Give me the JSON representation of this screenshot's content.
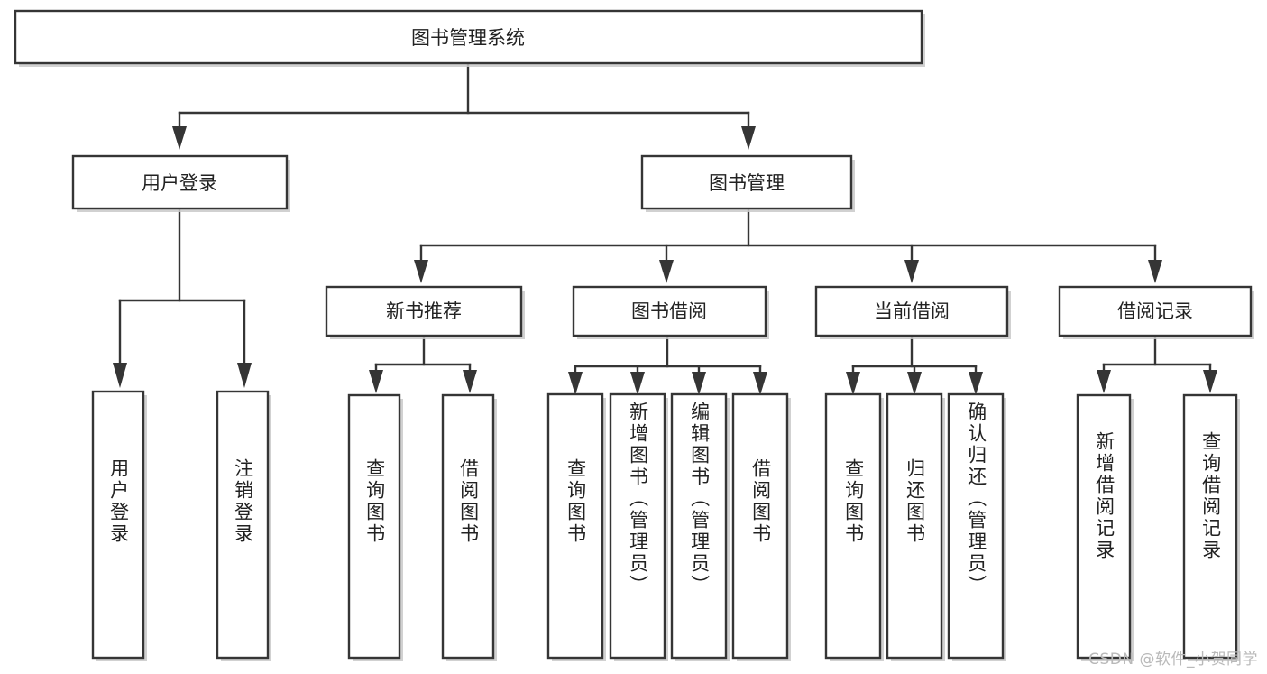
{
  "diagram": {
    "type": "tree",
    "title": "图书管理系统",
    "orientation": "top-down",
    "colors": {
      "box_fill": "#ffffff",
      "box_stroke": "#353535",
      "shadow": "#c9c9c9",
      "text": "#222222",
      "watermark": "#b9b9b9",
      "background": "#ffffff"
    },
    "root": {
      "label": "图书管理系统"
    },
    "level2": [
      {
        "label": "用户登录"
      },
      {
        "label": "图书管理"
      }
    ],
    "level3": [
      {
        "label": "新书推荐"
      },
      {
        "label": "图书借阅"
      },
      {
        "label": "当前借阅"
      },
      {
        "label": "借阅记录"
      }
    ],
    "leaves": {
      "user_login": [
        {
          "label": "用户登录"
        },
        {
          "label": "注销登录"
        }
      ],
      "new_book_recommend": [
        {
          "label": "查询图书"
        },
        {
          "label": "借阅图书"
        }
      ],
      "book_borrow": [
        {
          "label": "查询图书"
        },
        {
          "label": "新增图书（管理员）"
        },
        {
          "label": "编辑图书（管理员）"
        },
        {
          "label": "借阅图书"
        }
      ],
      "current_borrow": [
        {
          "label": "查询图书"
        },
        {
          "label": "归还图书"
        },
        {
          "label": "确认归还（管理员）"
        }
      ],
      "borrow_record": [
        {
          "label": "新增借阅记录"
        },
        {
          "label": "查询借阅记录"
        }
      ]
    },
    "watermark": "CSDN @软件_小贺同学"
  }
}
